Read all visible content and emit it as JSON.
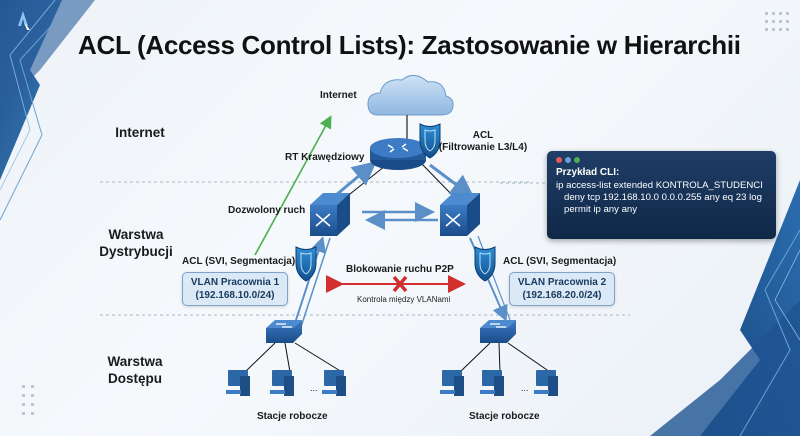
{
  "title": "ACL (Access Control Lists): Zastosowanie w Hierarchii",
  "layers": [
    {
      "label": "Internet"
    },
    {
      "label_line1": "Warstwa",
      "label_line2": "Dystrybucji"
    },
    {
      "label_line1": "Warstwa",
      "label_line2": "Dostępu"
    }
  ],
  "nodes": {
    "internet": "Internet",
    "edge_router": "RT Krawędziowy",
    "edge_acl_line1": "ACL",
    "edge_acl_line2": "(Filtrowanie L3/L4)",
    "allowed_traffic": "Dozwolony ruch",
    "acl_left": "ACL (SVI, Segmentacja)",
    "acl_right": "ACL (SVI, Segmentacja)",
    "workstations_left": "Stacje robocze",
    "workstations_right": "Stacje robocze",
    "ellipsis": "..."
  },
  "vlans": [
    {
      "name": "VLAN Pracownia 1",
      "subnet": "(192.168.10.0/24)"
    },
    {
      "name": "VLAN Pracownia 2",
      "subnet": "(192.168.20.0/24)"
    }
  ],
  "p2p": {
    "title": "Blokowanie ruchu P2P",
    "subtitle": "Kontrola między VLANami"
  },
  "cli": {
    "title": "Przykład CLI:",
    "lines": [
      "ip access-list extended KONTROLA_STUDENCI",
      "deny tcp 192.168.10.0 0.0.0.255 any eq 23 log",
      "permit ip any any"
    ]
  },
  "colors": {
    "accent_blue": "#2f6aa8",
    "allowed_green": "#4caf50",
    "blocked_red": "#d32f2f",
    "cli_bg": "#142f55"
  }
}
